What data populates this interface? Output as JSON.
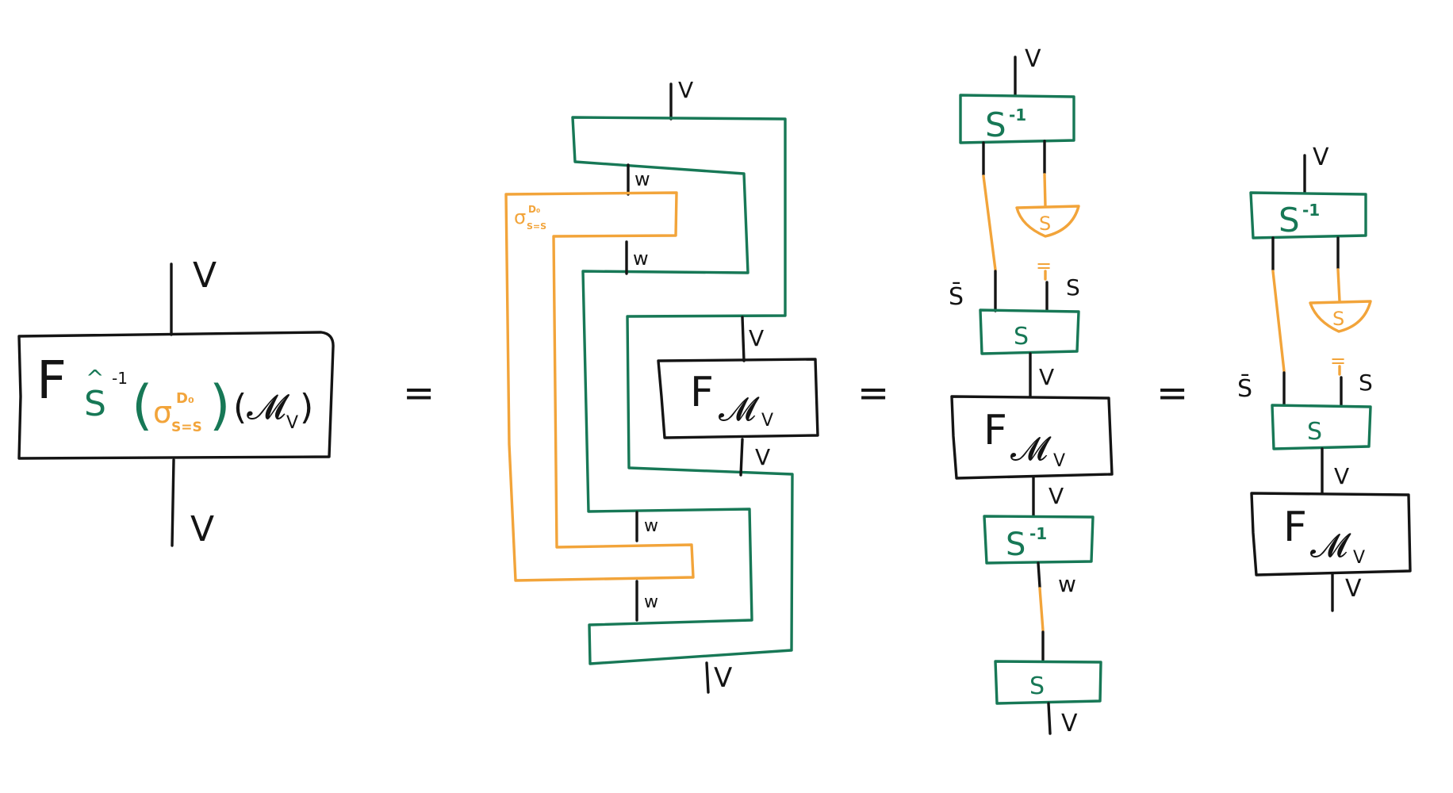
{
  "colors": {
    "ink": "#141414",
    "green": "#177856",
    "orange": "#f2a43a"
  },
  "lhs": {
    "top_label": "V",
    "bottom_label": "V",
    "F": "F",
    "S": "S",
    "hat": "^",
    "inv": "-1",
    "paren_open": "(",
    "paren_close": ")",
    "sigma": "σ",
    "sigma_sup": "D₀",
    "sigma_sub": "S=S",
    "mu": "(𝓜",
    "mu_sub": "V",
    "mu_close": ")"
  },
  "equals": [
    "=",
    "=",
    "="
  ],
  "d2": {
    "wire_top": "V",
    "w_labels": [
      "w",
      "w",
      "w",
      "w"
    ],
    "sigma": "σ",
    "sigma_sup": "D₀",
    "sigma_sub": "S=S",
    "v_in": "V",
    "v_out": "V",
    "v_bottom": "V",
    "F": "F",
    "mu": "𝓜",
    "mu_sub": "V"
  },
  "d3": {
    "v_top": "V",
    "s_inv": "S",
    "inv": "-1",
    "counit_label": "S",
    "unit_symbol": "=",
    "sbar": "S̄",
    "s": "S",
    "s_box": "S",
    "v_mid": "V",
    "F": "F",
    "mu": "𝓜",
    "mu_sub": "V",
    "v_after": "V",
    "s_inv2": "S",
    "inv2": "-1",
    "w": "w",
    "s_box2": "S",
    "v_bottom": "V"
  },
  "d4": {
    "v_top": "V",
    "s_inv": "S",
    "inv": "-1",
    "counit_label": "S",
    "unit_symbol": "=",
    "sbar": "S̄",
    "s": "S",
    "s_box": "S",
    "v_mid": "V",
    "F": "F",
    "mu": "𝓜",
    "mu_sub": "V",
    "v_bottom": "V"
  }
}
